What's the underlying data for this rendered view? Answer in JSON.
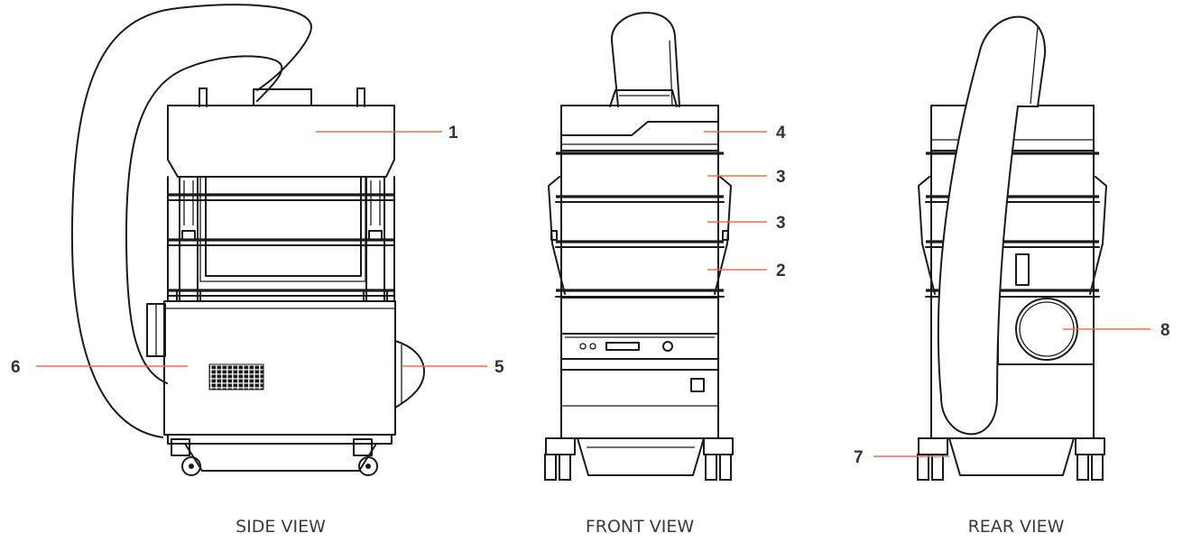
{
  "views": [
    {
      "id": "side",
      "title": "SIDE VIEW"
    },
    {
      "id": "front",
      "title": "FRONT VIEW"
    },
    {
      "id": "rear",
      "title": "REAR VIEW"
    }
  ],
  "callouts": [
    {
      "number": "1"
    },
    {
      "number": "4"
    },
    {
      "number": "3"
    },
    {
      "number": "3"
    },
    {
      "number": "2"
    },
    {
      "number": "6"
    },
    {
      "number": "5"
    },
    {
      "number": "8"
    },
    {
      "number": "7"
    }
  ],
  "colors": {
    "line": "#1a1a1a",
    "leader": "#e2734f",
    "label": "#333333",
    "background": "#ffffff"
  }
}
